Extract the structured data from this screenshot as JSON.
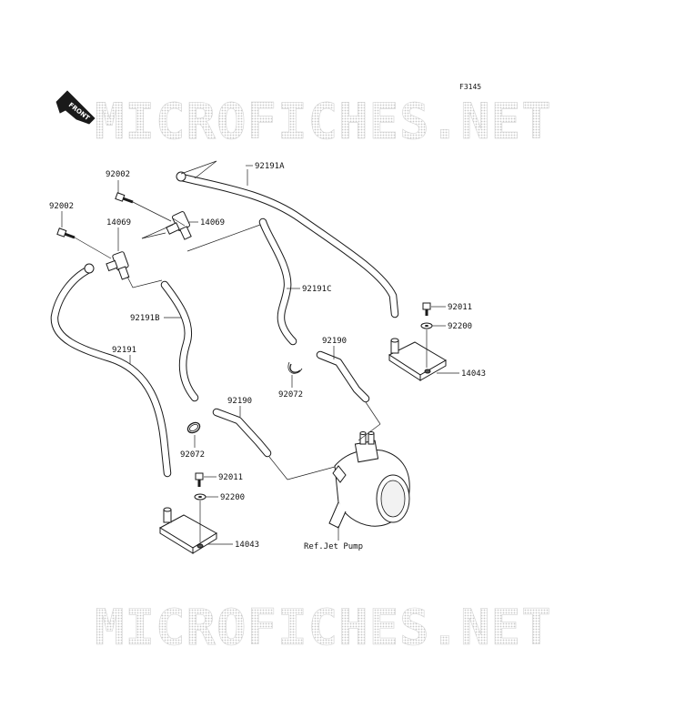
{
  "figure_code": "F3145",
  "front_marker": "FRONT",
  "watermarks": {
    "top": "MICROFICHES.NET",
    "bottom": "MICROFICHES.NET"
  },
  "labels": {
    "bolt_upper": "92002",
    "bolt_left": "92002",
    "fitting_left": "14069",
    "fitting_right": "14069",
    "hose_a": "92191A",
    "hose_b": "92191B",
    "hose_c": "92191C",
    "hose_main": "92191",
    "hose_short_right": "92190",
    "hose_short_left": "92190",
    "clamp_right": "92072",
    "clamp_left": "92072",
    "bolt_right": "92011",
    "washer_right": "92200",
    "bracket_right": "14043",
    "bolt_left_lower": "92011",
    "washer_left": "92200",
    "bracket_left": "14043",
    "jet_pump_ref": "Ref.Jet Pump"
  },
  "colors": {
    "line": "#1a1a1a",
    "watermark": "#d2d2d2"
  }
}
